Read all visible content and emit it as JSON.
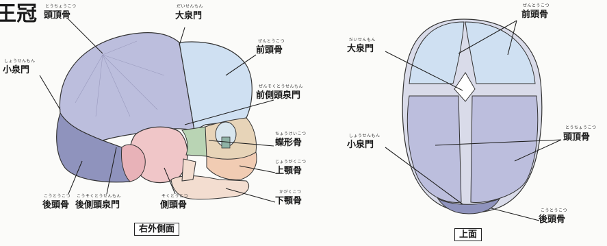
{
  "title": "王冠",
  "left": {
    "labels": {
      "parietal": {
        "text": "頭頂骨",
        "ruby": "とうちょうこつ"
      },
      "anterior_fontanelle": {
        "text": "大泉門",
        "ruby": "だいせんもん"
      },
      "frontal": {
        "text": "前頭骨",
        "ruby": "ぜんとうこつ"
      },
      "posterior_fontanelle": {
        "text": "小泉門",
        "ruby": "しょうせんもん"
      },
      "sphenoidal_fontanelle": {
        "text": "前側頭泉門",
        "ruby": "ぜんそくとうせんもん"
      },
      "sphenoid": {
        "text": "蝶形骨",
        "ruby": "ちょうけいこつ"
      },
      "maxilla": {
        "text": "上顎骨",
        "ruby": "じょうがくこつ"
      },
      "mandible": {
        "text": "下顎骨",
        "ruby": "かがくこつ"
      },
      "occipital": {
        "text": "後頭骨",
        "ruby": "こうとうこつ"
      },
      "mastoid_fontanelle": {
        "text": "後側頭泉門",
        "ruby": "こうそくとうせんもん"
      },
      "temporal": {
        "text": "側頭骨",
        "ruby": "そくとうこつ"
      }
    },
    "caption": "右外側面"
  },
  "right": {
    "labels": {
      "frontal": {
        "text": "前頭骨",
        "ruby": "ぜんとうこつ"
      },
      "anterior_fontanelle": {
        "text": "大泉門",
        "ruby": "だいせんもん"
      },
      "parietal": {
        "text": "頭頂骨",
        "ruby": "とうちょうこつ"
      },
      "posterior_fontanelle": {
        "text": "小泉門",
        "ruby": "しょうせんもん"
      },
      "occipital": {
        "text": "後頭骨",
        "ruby": "こうとうこつ"
      }
    },
    "caption": "上面"
  },
  "colors": {
    "parietal": "#bcbedd",
    "frontal": "#cfe0f2",
    "occipital": "#8f93bd",
    "temporal": "#f0c6c8",
    "sphenoid": "#b9d4b4",
    "maxilla": "#f1ccb3",
    "mandible": "#f3ddd0",
    "lines": "#222222"
  }
}
